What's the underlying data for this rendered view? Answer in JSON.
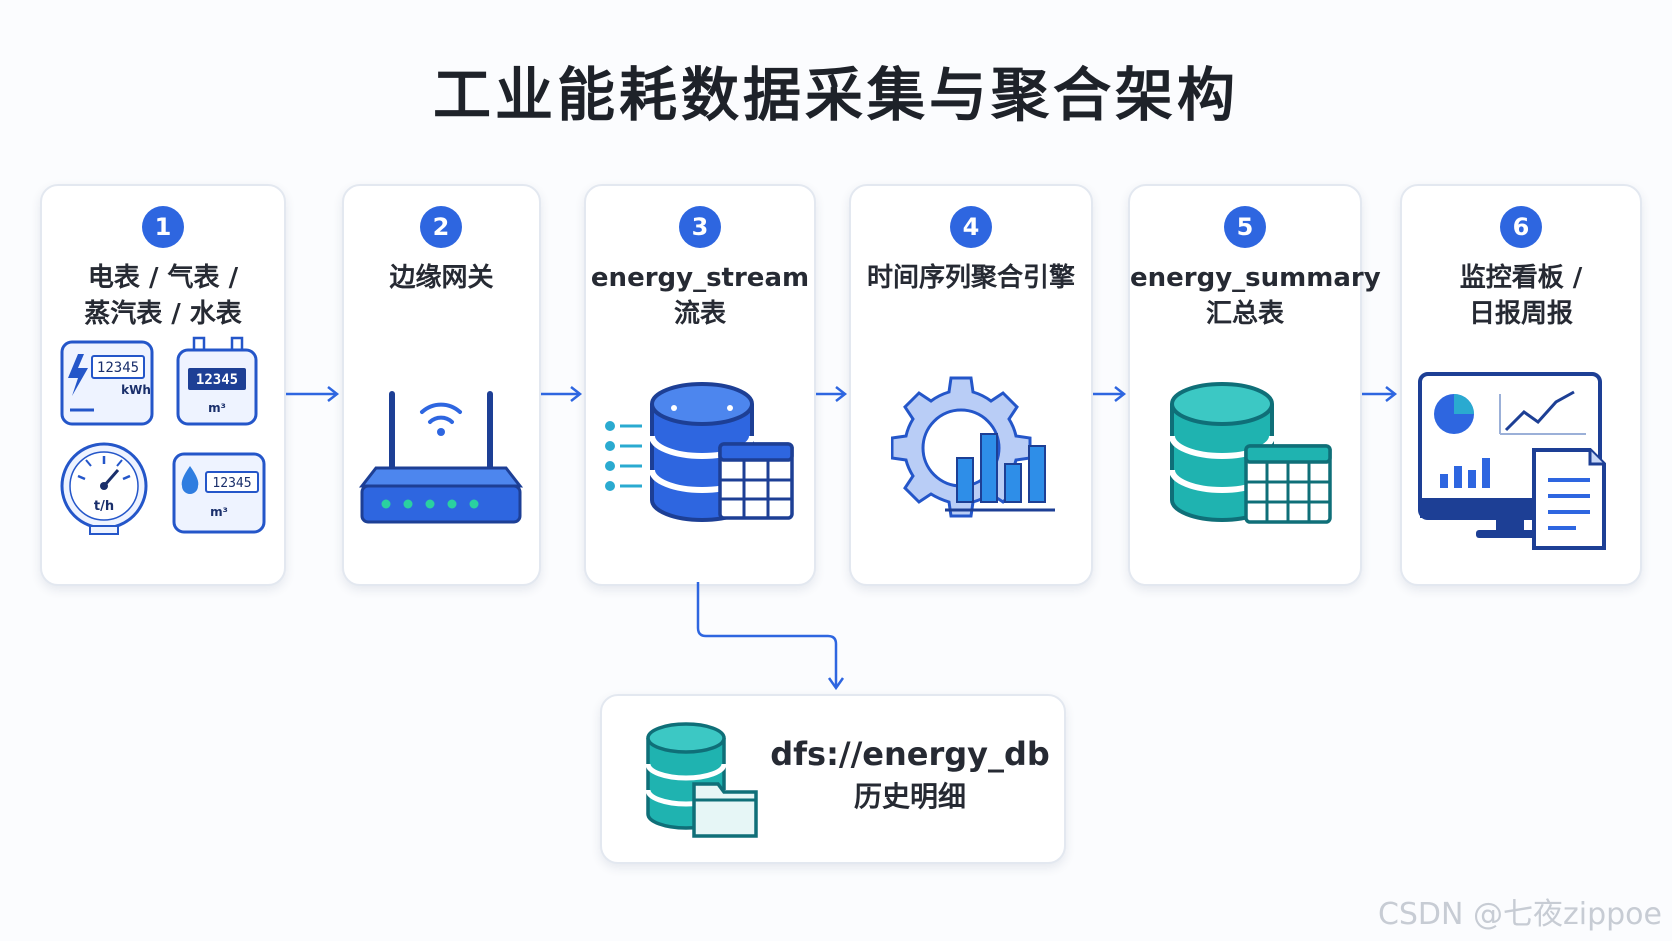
{
  "title": "工业能耗数据采集与聚合架构",
  "steps": [
    {
      "num": "1",
      "line1": "电表 / 气表 /",
      "line2": "蒸汽表 / 水表",
      "icon": "meters-icon",
      "meters": {
        "elec_value": "12345",
        "elec_unit": "kWh",
        "gas_value": "12345",
        "gas_unit": "m³",
        "steam_unit": "t/h",
        "water_value": "12345",
        "water_unit": "m³"
      }
    },
    {
      "num": "2",
      "line1": "边缘网关",
      "line2": "",
      "icon": "router-icon"
    },
    {
      "num": "3",
      "line1": "energy_stream",
      "line2": "流表",
      "icon": "stream-database-icon"
    },
    {
      "num": "4",
      "line1": "时间序列聚合引擎",
      "line2": "",
      "icon": "gear-chart-icon"
    },
    {
      "num": "5",
      "line1": "energy_summary",
      "line2": "汇总表",
      "icon": "summary-database-icon"
    },
    {
      "num": "6",
      "line1": "监控看板 /",
      "line2": "日报周报",
      "icon": "dashboard-icon"
    }
  ],
  "history": {
    "line1": "dfs://energy_db",
    "line2": "历史明细",
    "icon": "database-folder-icon"
  },
  "watermark": "CSDN @七夜zippoe",
  "colors": {
    "blue": "#2e66e0",
    "teal": "#1fb3b0",
    "border": "#e3e8f0"
  }
}
